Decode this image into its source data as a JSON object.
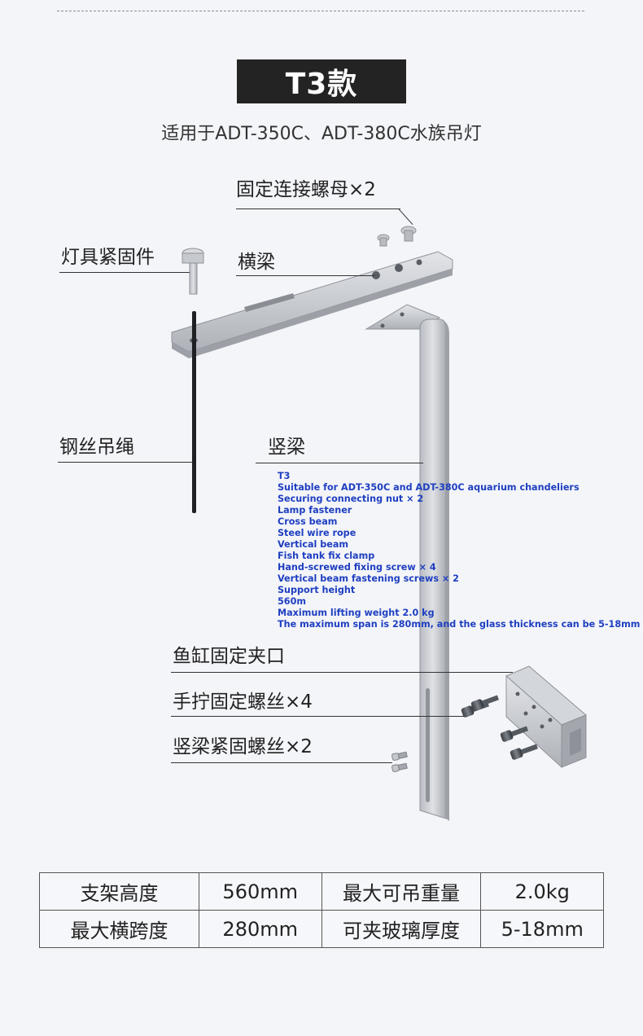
{
  "title": "T3款",
  "subtitle": "适用于ADT-350C、ADT-380C水族吊灯",
  "labels": {
    "nut": "固定连接螺母×2",
    "fastener": "灯具紧固件",
    "cross_beam": "横梁",
    "wire_rope": "钢丝吊绳",
    "vertical_beam": "竖梁",
    "clamp": "鱼缸固定夹口",
    "hand_screw": "手拧固定螺丝×4",
    "beam_screw": "竖梁紧固螺丝×2"
  },
  "english_notes": [
    "T3",
    "Suitable for ADT-350C and ADT-380C aquarium chandeliers",
    "Securing connecting nut × 2",
    "Lamp fastener",
    "Cross beam",
    "Steel wire rope",
    "Vertical beam",
    "Fish tank fix clamp",
    "Hand-screwed fixing screw × 4",
    "Vertical beam fastening screws × 2",
    "Support height",
    "560m",
    "Maximum lifting weight 2.0 kg",
    "The maximum span is 280mm, and the glass thickness can be 5-18mm"
  ],
  "specs": {
    "rows": [
      [
        "支架高度",
        "560mm",
        "最大可吊重量",
        "2.0kg"
      ],
      [
        "最大横跨度",
        "280mm",
        "可夹玻璃厚度",
        "5-18mm"
      ]
    ]
  },
  "colors": {
    "title_bg": "#232323",
    "note_text": "#1e3fc0",
    "metal": "#c9ccd1"
  }
}
